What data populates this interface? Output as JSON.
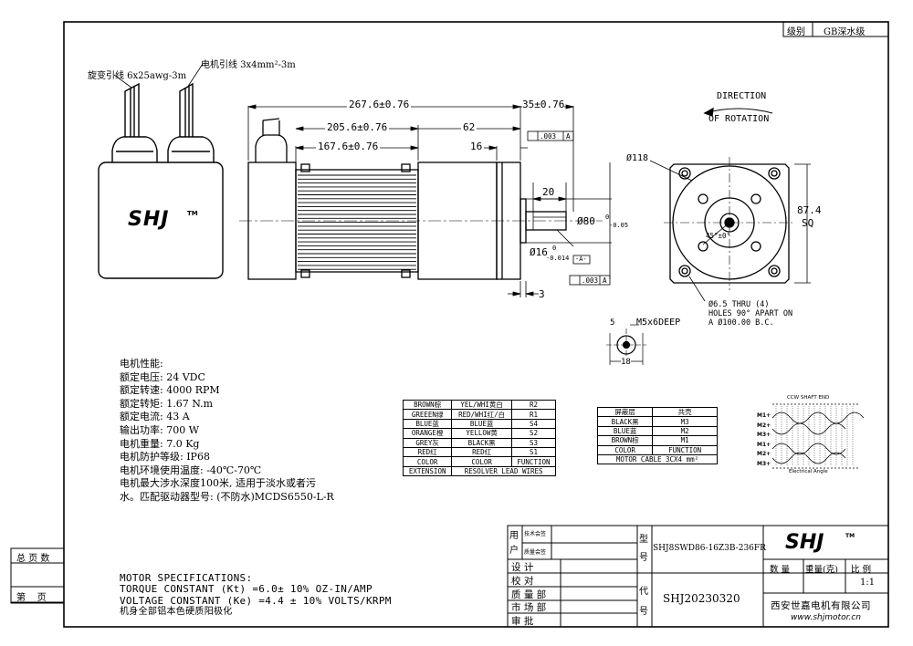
{
  "title_block_top": {
    "level_label": "级别",
    "level_value": "GB深水级"
  },
  "labels": {
    "resolver_lead": "旋变引线 6x25awg-3m",
    "motor_lead": "电机引线 3x4mm²-3m",
    "brand": "SHJ",
    "tm": "TM",
    "direction_line1": "DIRECTION",
    "direction_line2": "OF ROTATION",
    "hole_note_1": "Ø6.5 THRU (4)",
    "hole_note_2": "HOLES 90° APART ON",
    "hole_note_3": "A Ø100.00 B.C.",
    "thread_note": "M5x6DEEP",
    "angle_note": "45°±0°",
    "shaft_chart_title": "CCW SHAFT END",
    "shaft_chart_footer": "Electrical Angle",
    "tol_1": ".003",
    "tol_ref_a": "A",
    "tol_ref_box": "-A-"
  },
  "dimensions": {
    "d267": "267.6±0.76",
    "d205": "205.6±0.76",
    "d167": "167.6±0.76",
    "d62": "62",
    "d16": "16",
    "d35": "35±0.76",
    "d20": "20",
    "d3": "3",
    "d80": "Ø80",
    "d80_tol_top": "0",
    "d80_tol_bot": "-0.05",
    "d16s": "Ø16",
    "d16s_tol_top": "0",
    "d16s_tol_bot": "-0.014",
    "d118": "Ø118",
    "sq_1": "87.4",
    "sq_2": "SQ",
    "d5": "5",
    "d18": "18"
  },
  "specs_cn": {
    "heading": "电机性能:",
    "lines": [
      "额定电压: 24   VDC",
      "额定转速: 4000  RPM",
      "额定转矩: 1.67  N.m",
      "额定电流: 43    A",
      "输出功率: 700   W",
      "电机重量: 7.0  Kg",
      "电机防护等级: IP68",
      "电机环境使用温度: -40℃-70℃",
      "电机最大涉水深度100米, 适用于淡水或者污",
      "水。匹配驱动器型号: (不防水)MCDS6550-L-R"
    ]
  },
  "specs_en": {
    "lines": [
      "MOTOR SPECIFICATIONS:",
      "TORQUE CONSTANT (Kt) =6.0± 10% OZ-IN/AMP",
      "VOLTAGE CONSTANT (Ke) =4.4 ± 10% VOLTS/KRPM"
    ],
    "note": "机身全部铝本色硬质阳极化"
  },
  "resolver_table": {
    "rows": [
      [
        "BROWN棕",
        "YEL/WHI黄白",
        "R2"
      ],
      [
        "GREEEN绿",
        "RED/WHI红/白",
        "R1"
      ],
      [
        "BLUE蓝",
        "BLUE蓝",
        "S4"
      ],
      [
        "ORANGE橙",
        "YELLOW黄",
        "S2"
      ],
      [
        "GREY灰",
        "BLACK黑",
        "S3"
      ],
      [
        "RED红",
        "RED红",
        "S1"
      ],
      [
        "COLOR",
        "COLOR",
        "FUNCTION"
      ]
    ],
    "footer": [
      "EXTENSION",
      "RESOLVER LEAD WIRES"
    ]
  },
  "motor_table": {
    "header": [
      "屏蔽层",
      "共壳"
    ],
    "rows": [
      [
        "BLACK黑",
        "M3"
      ],
      [
        "BLUE蓝",
        "M2"
      ],
      [
        "BROWN棕",
        "M1"
      ],
      [
        "COLOR",
        "FUNCTION"
      ]
    ],
    "footer": "MOTOR CABLE 3CX4 mm²"
  },
  "waveform": {
    "labels": [
      "M1+",
      "M2+",
      "M3+",
      "M1+",
      "M2+",
      "M3+"
    ]
  },
  "left_margin": {
    "total_pages": "总 页 数",
    "page": "第    页"
  },
  "title_block": {
    "user_label": "用户",
    "tech_sign": "技术会签",
    "quality_sign": "质量会签",
    "roles": [
      "设 计",
      "校 对",
      "质 量 部",
      "市 场 部",
      "审 批"
    ],
    "model_label": "型号",
    "model_value": "SHJ8SWD86-16Z3B-236FR",
    "code_label": "代号",
    "code_value": "SHJ20230320",
    "qty_label": "数 量",
    "weight_label": "重量(克)",
    "ratio_label": "比 例",
    "ratio_value": "1:1",
    "company": "西安世嘉电机有限公司",
    "website": "www.shjmotor.cn"
  }
}
